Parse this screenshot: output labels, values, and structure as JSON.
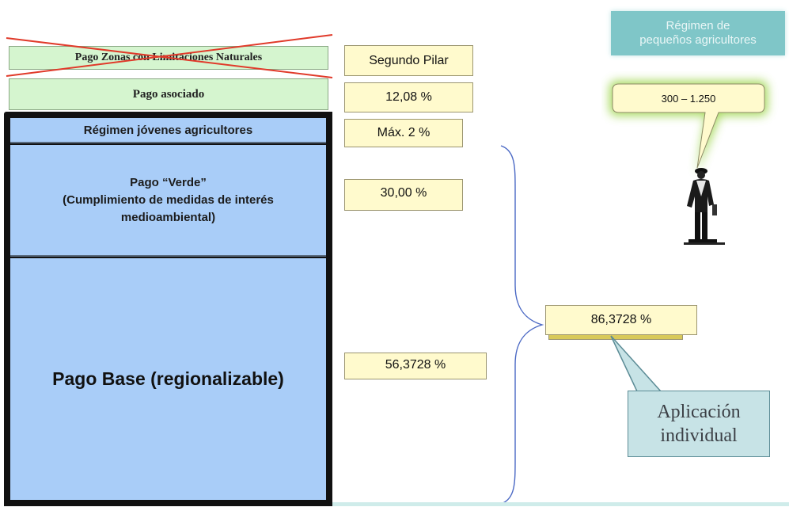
{
  "stack": {
    "zonas": "Pago Zonas con Limitaciones Naturales",
    "asociado": "Pago asociado",
    "jovenes": "Régimen jóvenes agricultores",
    "verde_line1": "Pago “Verde”",
    "verde_line2": "(Cumplimiento de medidas de interés",
    "verde_line3": "medioambiental)",
    "base": "Pago Base (regionalizable)"
  },
  "values": {
    "segundo_pilar": "Segundo Pilar",
    "asociado": "12,08 %",
    "jovenes": "Máx. 2 %",
    "verde": "30,00 %",
    "base": "56,3728 %"
  },
  "aggregate": {
    "total": "86,3728 %",
    "callout_line1": "Aplicación",
    "callout_line2": "individual"
  },
  "small_farmers": {
    "title_line1": "Régimen de",
    "title_line2": "pequeños agricultores",
    "range": "300 – 1.250"
  },
  "colors": {
    "green": "#d5f5cf",
    "blue": "#a9cdf8",
    "yellow": "#fffacd",
    "teal_box": "#7fc6c8",
    "callout": "#c7e3e6",
    "cross": "#e03a2a"
  }
}
